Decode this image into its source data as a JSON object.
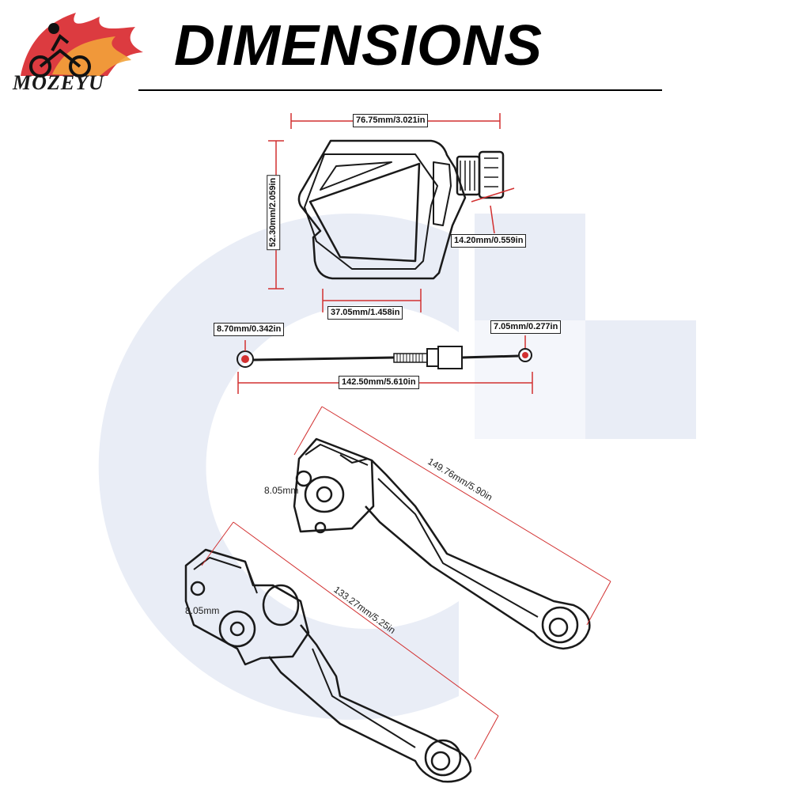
{
  "header": {
    "title": "DIMENSIONS",
    "logo_text": "MOZEYU"
  },
  "colors": {
    "dimension_line": "#d23030",
    "watermark": "#e9edf6",
    "outline": "#1a1a1a",
    "logo_flame": "#d8262b"
  },
  "perch": {
    "width": "76.75mm/3.021in",
    "height": "52.30mm/2.059in",
    "bottom": "37.05mm/1.458in",
    "adjuster": "14.20mm/0.559in"
  },
  "cable": {
    "left_end": "8.70mm/0.342in",
    "right_end": "7.05mm/0.277in",
    "length": "142.50mm/5.610in"
  },
  "levers": {
    "upper_length": "149.76mm/5.90in",
    "upper_hole": "8.05mm",
    "lower_length": "133.27mm/5.25in",
    "lower_hole": "8.05mm"
  }
}
